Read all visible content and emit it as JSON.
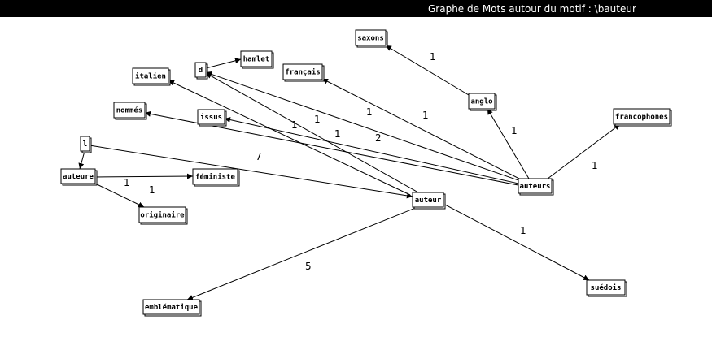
{
  "window": {
    "title": "Graphe de Mots autour du motif : \\bauteur"
  },
  "graph": {
    "nodes": [
      {
        "id": "saxons",
        "label": "saxons"
      },
      {
        "id": "hamlet",
        "label": "hamlet"
      },
      {
        "id": "d",
        "label": "d"
      },
      {
        "id": "italien",
        "label": "italien"
      },
      {
        "id": "francais",
        "label": "français"
      },
      {
        "id": "anglo",
        "label": "anglo"
      },
      {
        "id": "nommes",
        "label": "nommés"
      },
      {
        "id": "issus",
        "label": "issus"
      },
      {
        "id": "francophones",
        "label": "francophones"
      },
      {
        "id": "l",
        "label": "l"
      },
      {
        "id": "auteure",
        "label": "auteure"
      },
      {
        "id": "feministe",
        "label": "féministe"
      },
      {
        "id": "auteurs",
        "label": "auteurs"
      },
      {
        "id": "auteur",
        "label": "auteur"
      },
      {
        "id": "originaire",
        "label": "originaire"
      },
      {
        "id": "suedois",
        "label": "suédois"
      },
      {
        "id": "emblematique",
        "label": "emblématique"
      }
    ],
    "edges": [
      {
        "from": "anglo",
        "to": "saxons",
        "weight": "1"
      },
      {
        "from": "d",
        "to": "hamlet",
        "weight": ""
      },
      {
        "from": "auteurs",
        "to": "anglo",
        "weight": "1"
      },
      {
        "from": "auteurs",
        "to": "francophones",
        "weight": "1"
      },
      {
        "from": "auteurs",
        "to": "francais",
        "weight": "1"
      },
      {
        "from": "auteurs",
        "to": "d",
        "weight": "1"
      },
      {
        "from": "auteurs",
        "to": "issus",
        "weight": "2"
      },
      {
        "from": "auteurs",
        "to": "nommes",
        "weight": "1"
      },
      {
        "from": "auteur",
        "to": "d",
        "weight": "1"
      },
      {
        "from": "auteur",
        "to": "italien",
        "weight": "1"
      },
      {
        "from": "l",
        "to": "auteur",
        "weight": "7"
      },
      {
        "from": "l",
        "to": "auteure",
        "weight": ""
      },
      {
        "from": "auteure",
        "to": "feministe",
        "weight": "1"
      },
      {
        "from": "auteure",
        "to": "originaire",
        "weight": "1"
      },
      {
        "from": "auteur",
        "to": "suedois",
        "weight": "1"
      },
      {
        "from": "auteur",
        "to": "emblematique",
        "weight": "5"
      }
    ]
  }
}
